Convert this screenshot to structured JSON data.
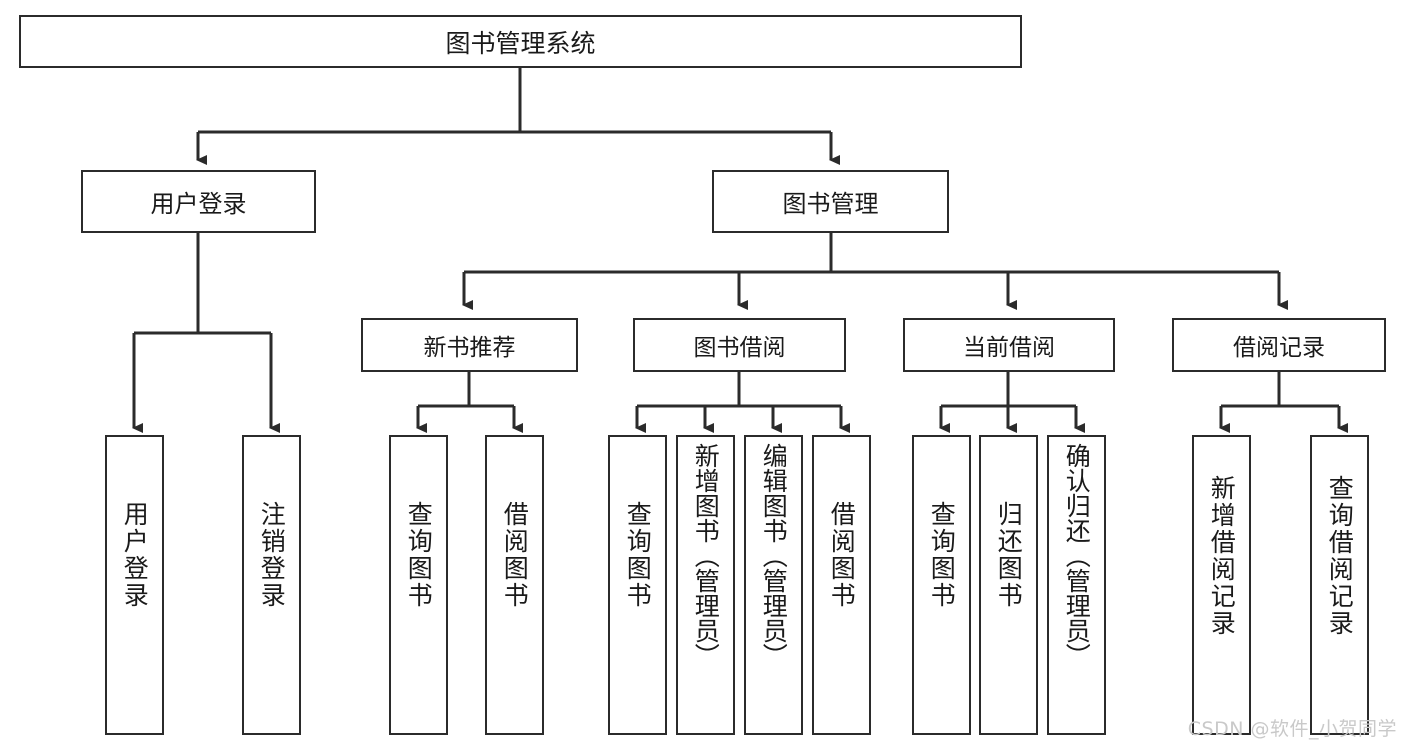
{
  "diagram": {
    "type": "tree-hierarchy-chart",
    "title": "图书管理系统",
    "background_color": "#ffffff",
    "line_color": "#2b2b2b",
    "text_color": "#1a1a1a",
    "watermark": "CSDN @软件_小贺同学"
  },
  "nodes": {
    "root": {
      "label": "图书管理系统"
    },
    "level2": [
      {
        "id": "user-login",
        "label": "用户登录"
      },
      {
        "id": "book-management",
        "label": "图书管理"
      }
    ],
    "level3": [
      {
        "id": "new-book-recommend",
        "label": "新书推荐"
      },
      {
        "id": "book-borrow",
        "label": "图书借阅"
      },
      {
        "id": "current-borrow",
        "label": "当前借阅"
      },
      {
        "id": "borrow-record",
        "label": "借阅记录"
      }
    ],
    "leaves": [
      {
        "id": "leaf-user-login",
        "label": "用户登录",
        "parent": "user-login"
      },
      {
        "id": "leaf-user-logout",
        "label": "注销登录",
        "parent": "user-login"
      },
      {
        "id": "leaf-query-book-1",
        "label": "查询图书",
        "parent": "new-book-recommend"
      },
      {
        "id": "leaf-borrow-book-1",
        "label": "借阅图书",
        "parent": "new-book-recommend"
      },
      {
        "id": "leaf-query-book-2",
        "label": "查询图书",
        "parent": "book-borrow"
      },
      {
        "id": "leaf-add-book",
        "label": "新增图书（管理员）",
        "parent": "book-borrow"
      },
      {
        "id": "leaf-edit-book",
        "label": "编辑图书（管理员）",
        "parent": "book-borrow"
      },
      {
        "id": "leaf-borrow-book-2",
        "label": "借阅图书",
        "parent": "book-borrow"
      },
      {
        "id": "leaf-query-book-3",
        "label": "查询图书",
        "parent": "current-borrow"
      },
      {
        "id": "leaf-return-book",
        "label": "归还图书",
        "parent": "current-borrow"
      },
      {
        "id": "leaf-confirm-return",
        "label": "确认归还（管理员）",
        "parent": "current-borrow"
      },
      {
        "id": "leaf-add-record",
        "label": "新增借阅记录",
        "parent": "borrow-record"
      },
      {
        "id": "leaf-query-record",
        "label": "查询借阅记录",
        "parent": "borrow-record"
      }
    ]
  }
}
